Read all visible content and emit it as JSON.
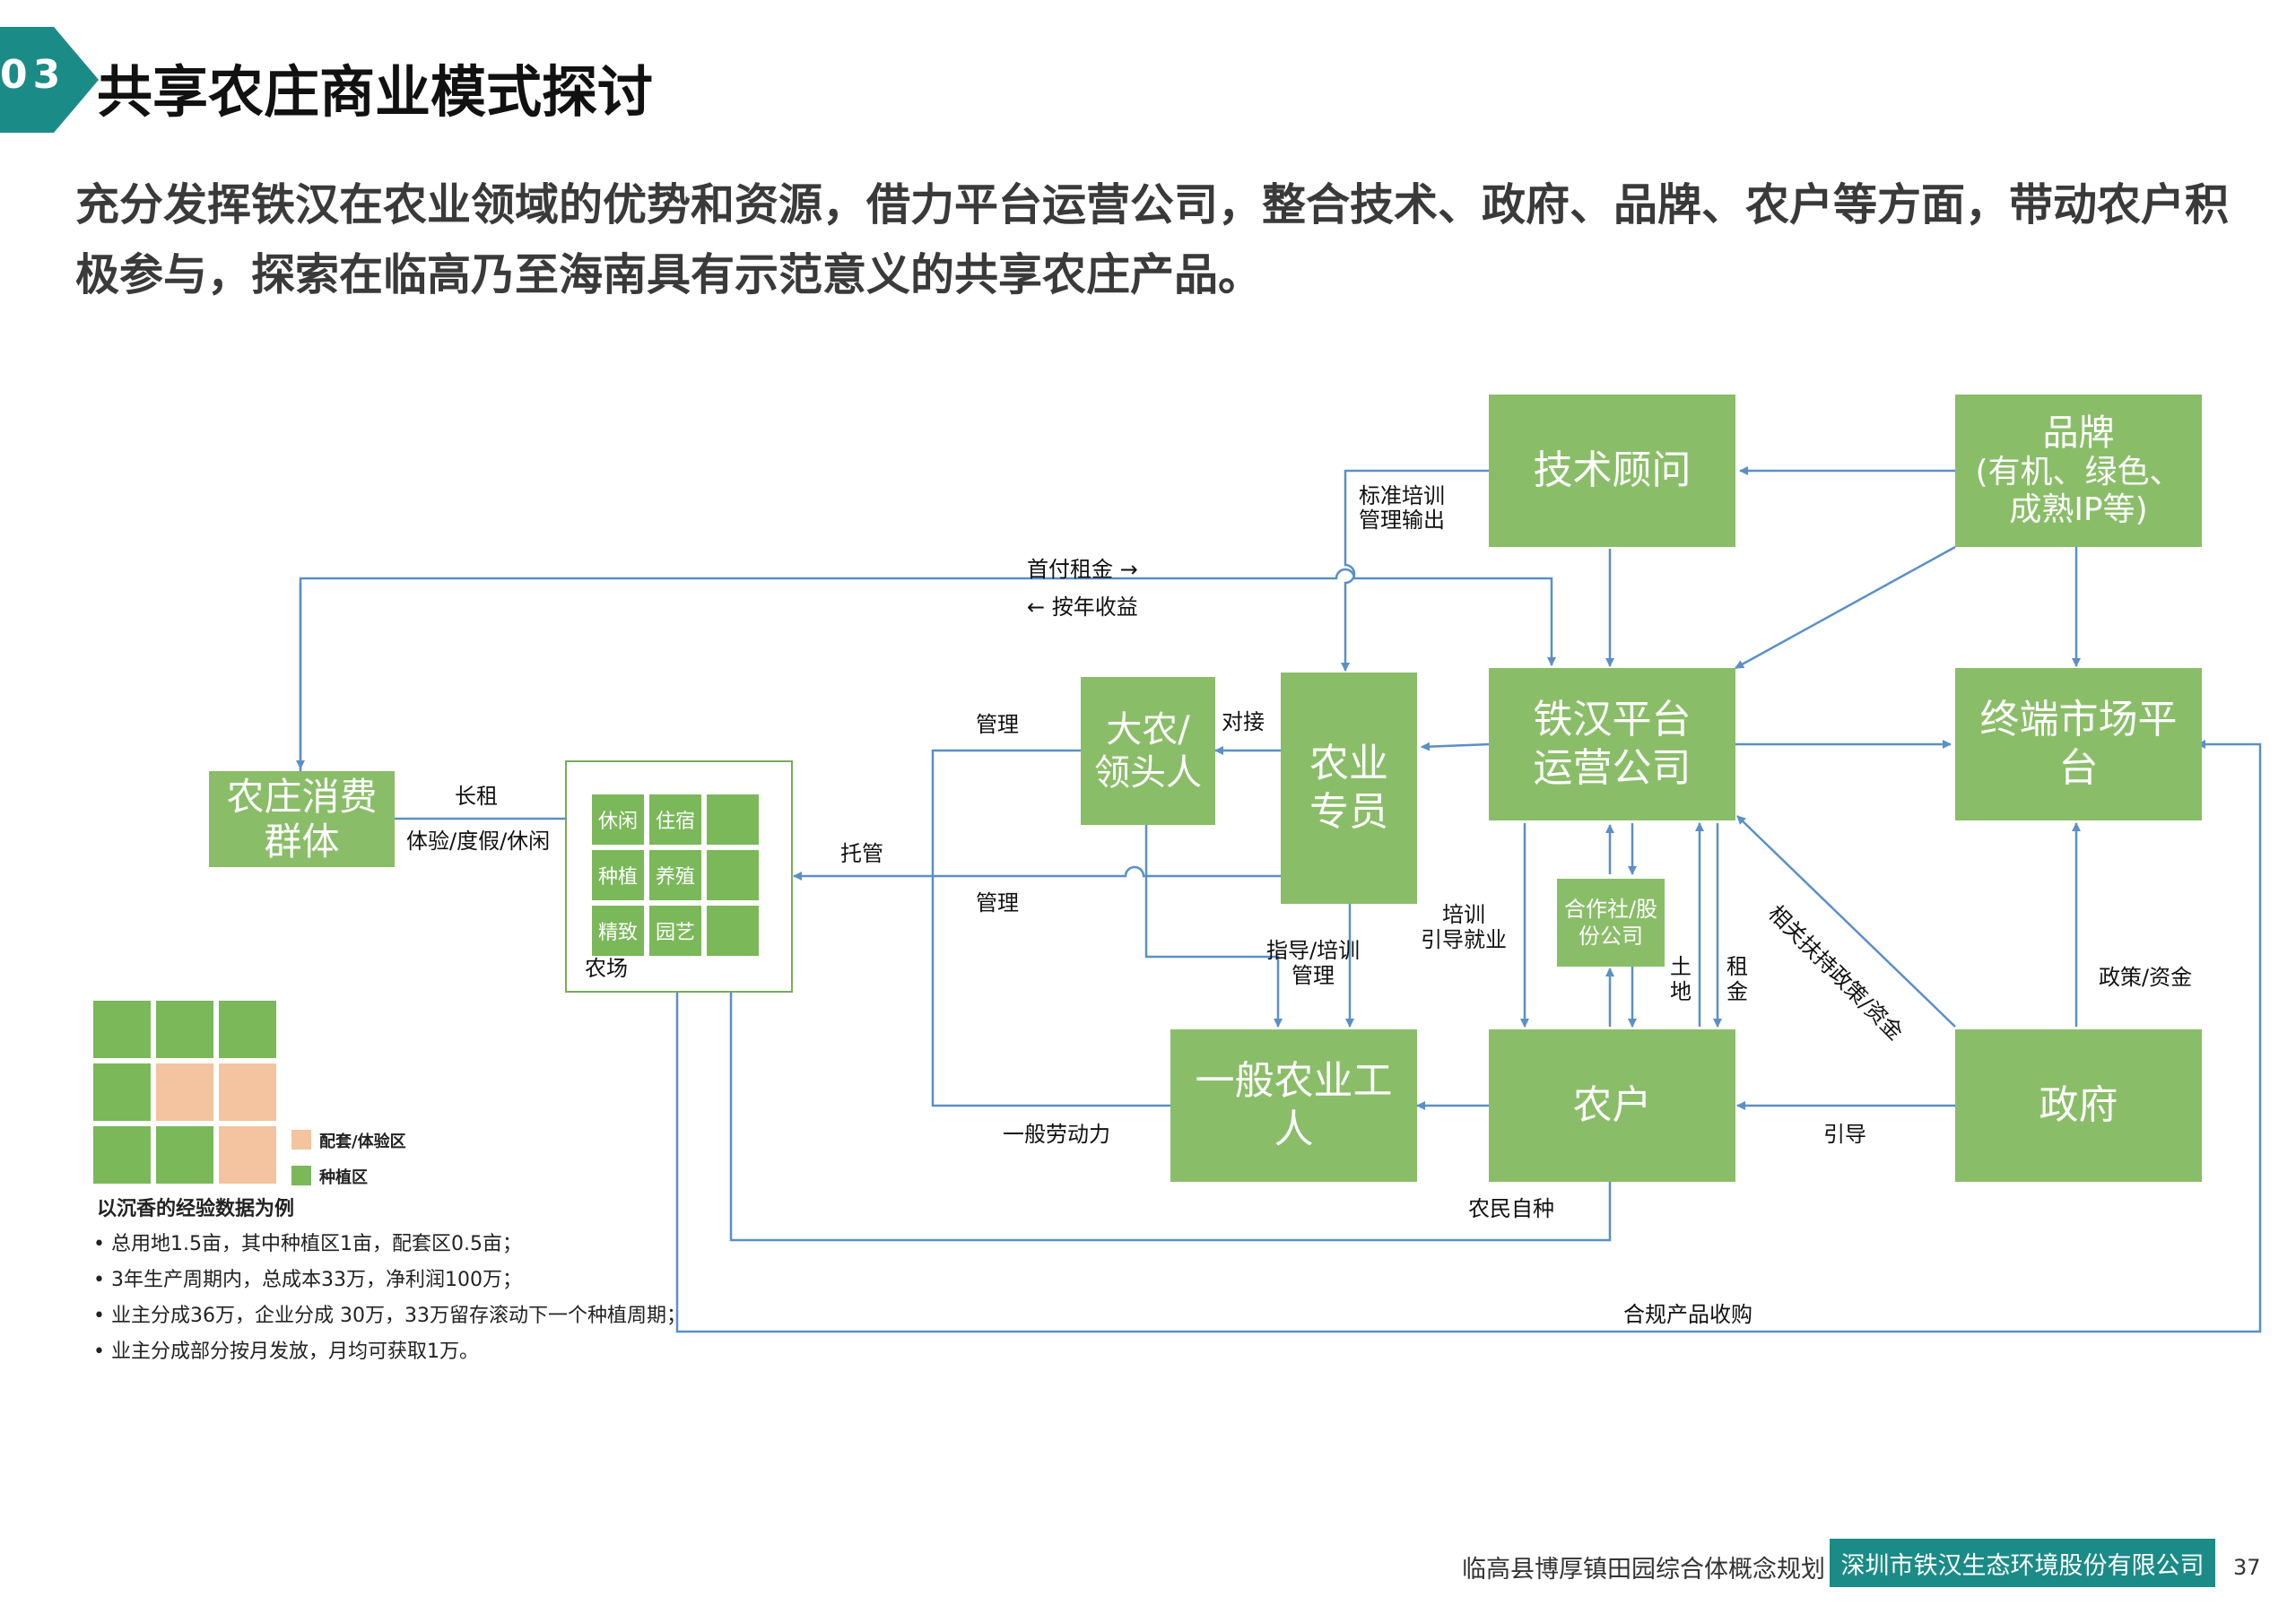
{
  "header": {
    "section_number": "03",
    "title": "共享农庄商业模式探讨"
  },
  "intro": "充分发挥铁汉在农业领域的优势和资源，借力平台运营公司，整合技术、政府、品牌、农户等方面，带动农户积极参与，探索在临高乃至海南具有示范意义的共享农庄产品。",
  "nodes": {
    "tech_advisor": "技术顾问",
    "brand_title": "品牌",
    "brand_sub": "(有机、绿色、成熟IP等)",
    "platform": "铁汉平台运营公司",
    "terminal_market": "终端市场平台",
    "consumer_group": "农庄消费群体",
    "big_farmer": "大农/领头人",
    "agri_specialist": "农业专员",
    "coop": "合作社/股份公司",
    "general_worker": "一般农业工人",
    "farmer": "农户",
    "government": "政府"
  },
  "farm": {
    "cells": [
      "休闲",
      "住宿",
      "种植",
      "养殖",
      "精致",
      "园艺"
    ],
    "label": "农场"
  },
  "edge_labels": {
    "standard_training": "标准培训",
    "mgmt_output": "管理输出",
    "first_rent": "首付租金 →",
    "annual_income": "← 按年收益",
    "manage1": "管理",
    "connect": "对接",
    "long_rent": "长租",
    "experience": "体验/度假/休闲",
    "trusteeship": "托管",
    "manage2": "管理",
    "guide_train": "指导/培训",
    "manage3": "管理",
    "train_employ1": "培训",
    "train_employ2": "引导就业",
    "land": "土地",
    "rent": "租金",
    "policy_support": "相关扶持政策/资金",
    "policy_fund": "政策/资金",
    "general_labor": "一般劳动力",
    "guide": "引导",
    "self_plant": "农民自种",
    "compliant_purchase": "合规产品收购"
  },
  "legend": {
    "supporting": "配套/体验区",
    "planting": "种植区"
  },
  "notes": {
    "title": "以沉香的经验数据为例",
    "items": [
      "• 总用地1.5亩，其中种植区1亩，配套区0.5亩；",
      "• 3年生产周期内，总成本33万，净利润100万；",
      "• 业主分成36万，企业分成 30万，33万留存滚动下一个种植周期；",
      "• 业主分成部分按月发放，月均可获取1万。"
    ]
  },
  "footer": {
    "project": "临高县博厚镇田园综合体概念规划",
    "company": "深圳市铁汉生态环境股份有限公司",
    "page": "37"
  },
  "colors": {
    "box": "#8abd68",
    "arrow": "#5b8fc7",
    "teal": "#1b8b87",
    "orange": "#f3c49f"
  }
}
